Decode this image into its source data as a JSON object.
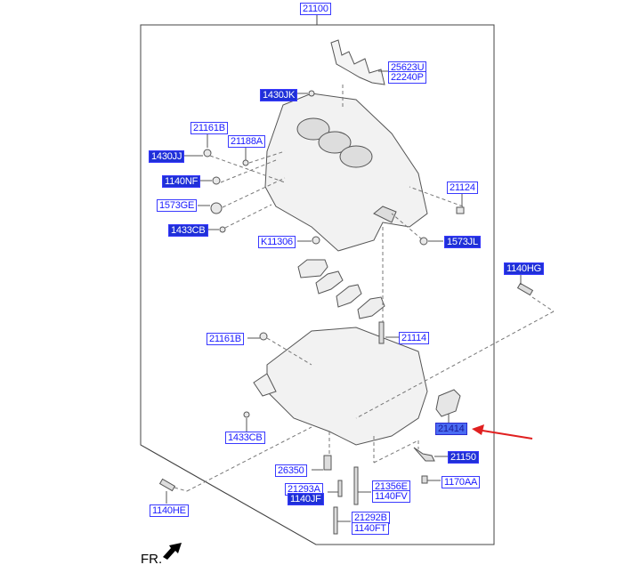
{
  "diagram": {
    "title_part": "21100",
    "orientation_label": "FR.",
    "highlight_color": "#4a6cf2",
    "arrow_color": "#e02020",
    "highlighted_part": "21414",
    "parts": [
      {
        "code": "21100",
        "style": "normal"
      },
      {
        "code": "25623U",
        "style": "normal"
      },
      {
        "code": "22240P",
        "style": "normal"
      },
      {
        "code": "1430JK",
        "style": "selected"
      },
      {
        "code": "21161B",
        "style": "normal"
      },
      {
        "code": "21188A",
        "style": "normal"
      },
      {
        "code": "1430JJ",
        "style": "selected"
      },
      {
        "code": "1140NF",
        "style": "selected"
      },
      {
        "code": "1573GE",
        "style": "normal"
      },
      {
        "code": "1433CB",
        "style": "selected"
      },
      {
        "code": "21124",
        "style": "normal"
      },
      {
        "code": "K11306",
        "style": "normal"
      },
      {
        "code": "1573JL",
        "style": "selected"
      },
      {
        "code": "1140HG",
        "style": "selected"
      },
      {
        "code": "21161B",
        "style": "normal"
      },
      {
        "code": "21114",
        "style": "normal"
      },
      {
        "code": "1433CB",
        "style": "normal"
      },
      {
        "code": "21414",
        "style": "highlighted"
      },
      {
        "code": "21150",
        "style": "selected"
      },
      {
        "code": "26350",
        "style": "normal"
      },
      {
        "code": "1170AA",
        "style": "normal"
      },
      {
        "code": "21293A",
        "style": "normal"
      },
      {
        "code": "1140JF",
        "style": "selected"
      },
      {
        "code": "21356E",
        "style": "normal"
      },
      {
        "code": "1140FV",
        "style": "normal"
      },
      {
        "code": "21292B",
        "style": "normal"
      },
      {
        "code": "1140FT",
        "style": "normal"
      },
      {
        "code": "1140HE",
        "style": "normal"
      }
    ]
  }
}
